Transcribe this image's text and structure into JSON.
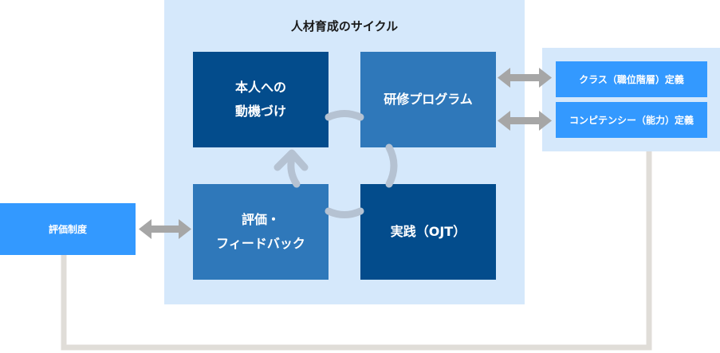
{
  "diagram": {
    "title": "人材育成のサイクル",
    "cycle": {
      "motivation": [
        "本人への",
        "動機づけ"
      ],
      "training": "研修プログラム",
      "evaluation": [
        "評価・",
        "フィードバック"
      ],
      "practice": "実践（OJT）"
    },
    "definitions": {
      "class": "クラス（職位階層）定義",
      "competency": "コンピテンシー（能力）定義"
    },
    "evaluation_system": "評価制度",
    "colors": {
      "panel": "#d5e8fb",
      "dark_box": "#034c8c",
      "mid_box": "#2f78ba",
      "bright_box": "#3399ff",
      "arrow": "#a6a6a6",
      "connector": "#e0ddd8",
      "cycle_arrow": "#b5c2d2"
    }
  }
}
